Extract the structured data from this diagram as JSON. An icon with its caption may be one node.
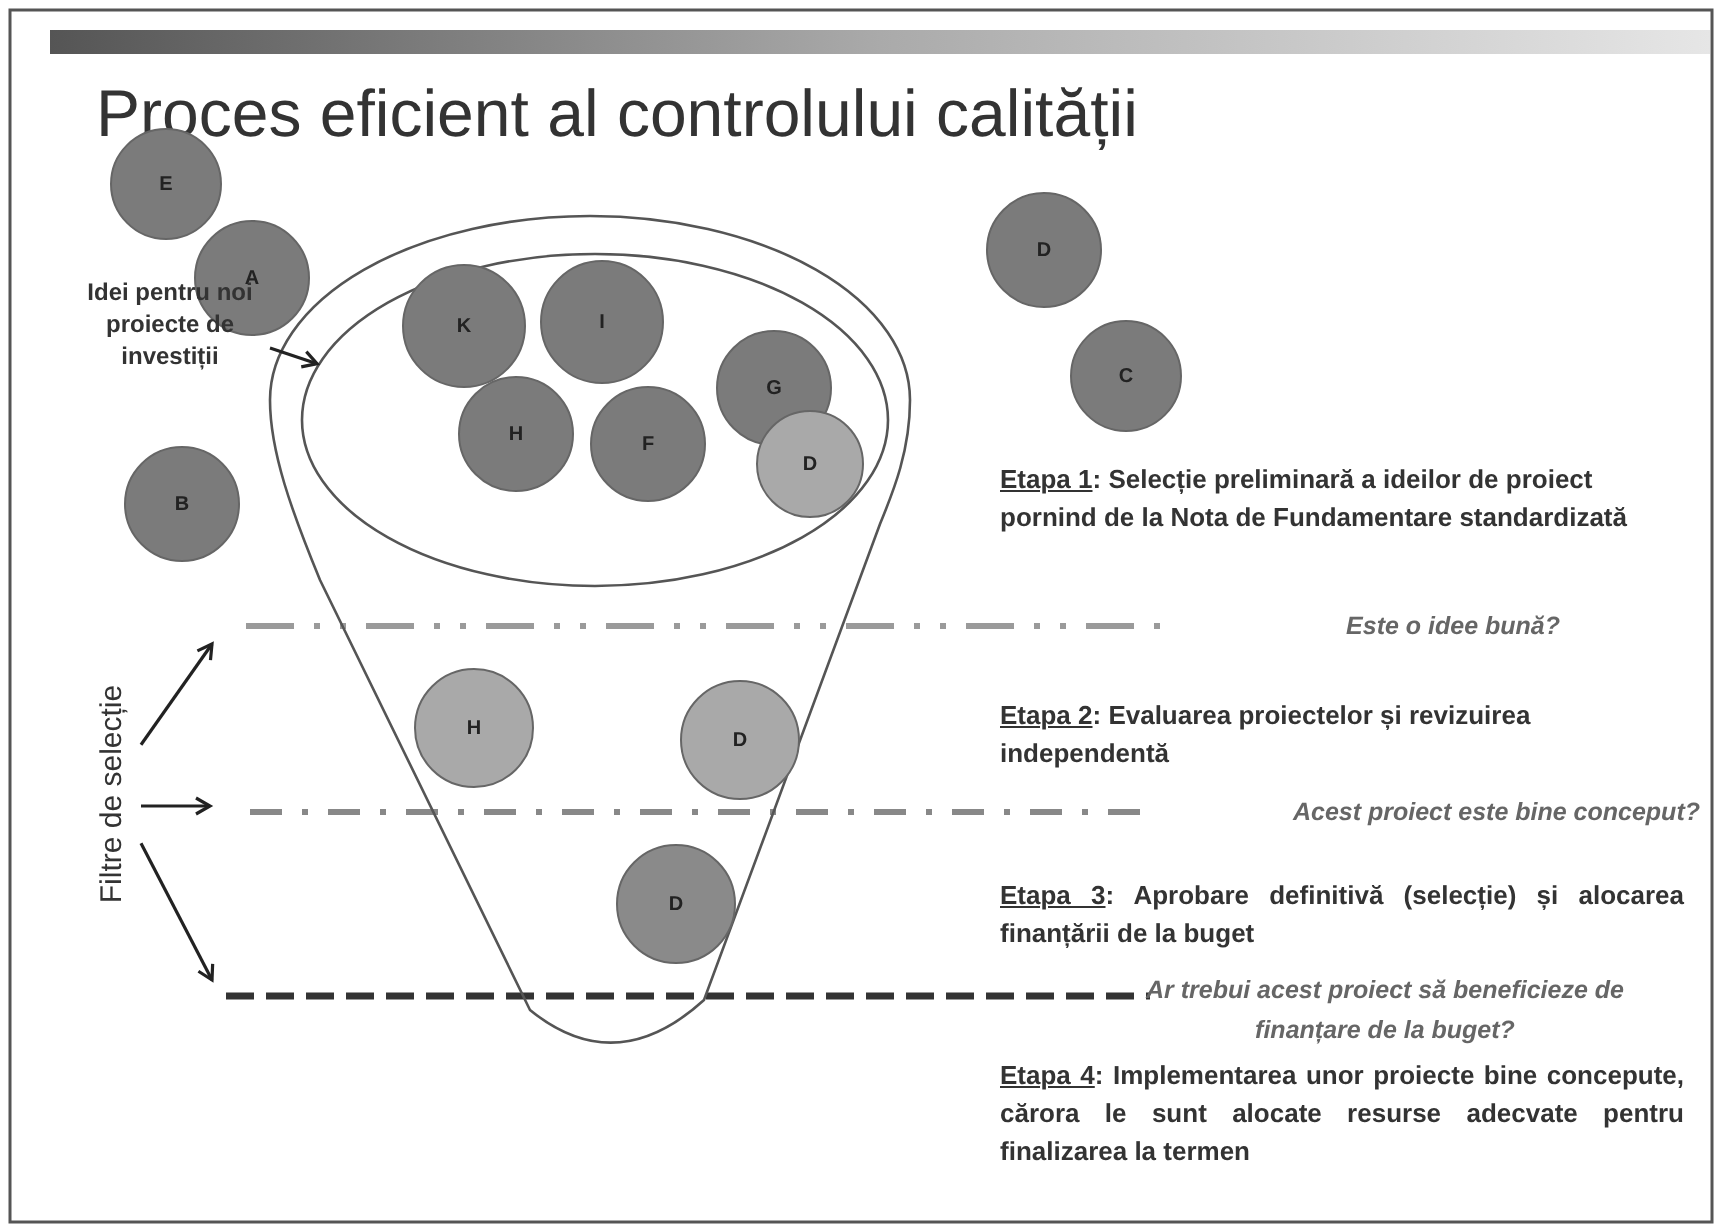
{
  "diagram": {
    "title": "Proces eficient al controlului calității",
    "nodes": [
      {
        "text": [
          "E"
        ]
      },
      {
        "text": [
          "Idei pentru noi proiecte de investiții"
        ]
      },
      {
        "text": [
          "A"
        ]
      },
      {
        "text": [
          "D"
        ]
      },
      {
        "text": [
          "C"
        ]
      },
      {
        "text": [],
        "shape": "funnel"
      },
      {
        "text": [],
        "shape": "ellipse",
        "in": 5
      },
      {
        "text": [
          "K"
        ],
        "in": 6
      },
      {
        "text": [
          "I"
        ],
        "in": 6
      },
      {
        "text": [
          "G"
        ],
        "in": 6
      },
      {
        "text": [
          "H"
        ],
        "in": 6
      },
      {
        "text": [
          "F"
        ],
        "in": 6
      },
      {
        "text": [
          "D"
        ],
        "in": 6
      },
      {
        "text": [
          "B"
        ]
      },
      {
        "text": [
          "Filtre de selecție"
        ]
      },
      {
        "text": [
          "H"
        ],
        "in": 5
      },
      {
        "text": [
          "D"
        ],
        "in": 5
      },
      {
        "text": [
          "D"
        ],
        "in": 5
      }
    ],
    "edges": [
      {
        "from": 1,
        "to": 6,
        "arrow": "to"
      },
      {
        "from": 14,
        "to": null,
        "arrow": "to"
      },
      {
        "from": 14,
        "to": null,
        "arrow": "to"
      },
      {
        "from": 14,
        "to": null,
        "arrow": "to"
      }
    ],
    "labels": [
      "Etapa 1: Selecție preliminară a ideilor de proiect pornind de la Nota de Fundamentare standardizată",
      "Este o idee bună?",
      "Etapa 2: Evaluarea proiectelor și revizuirea independentă",
      "Acest proiect este bine conceput?",
      "Etapa 3: Aprobare definitivă (selecție) și alocarea finanțării de la buget",
      "Ar trebui acest proiect să beneficieze de finanțare de la buget?",
      "Etapa 4: Implementarea unor proiecte bine concepute, cărora le sunt alocate resurse adecvate pentru finalizarea la termen"
    ]
  }
}
